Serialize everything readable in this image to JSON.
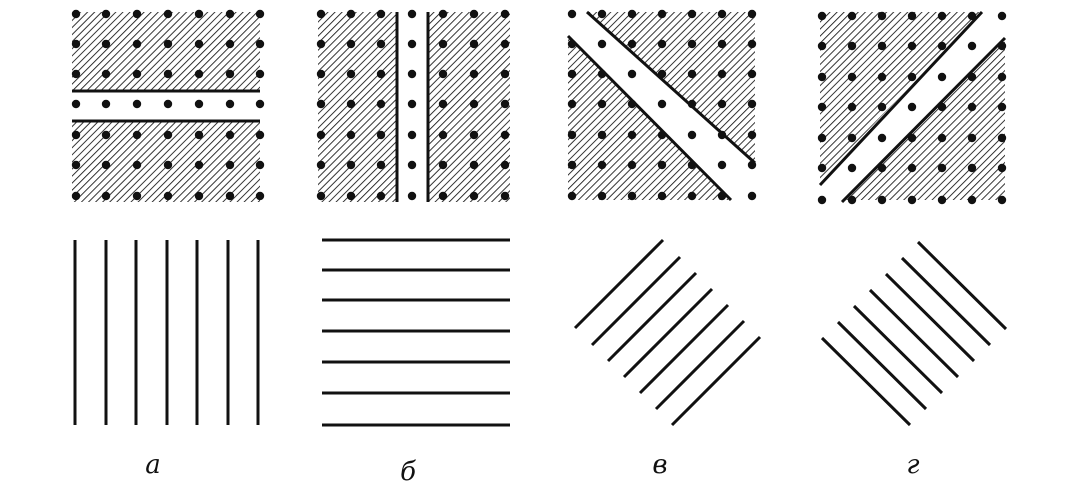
{
  "figure": {
    "panels": [
      {
        "id": "a",
        "label": "а",
        "slip_direction": "horizontal"
      },
      {
        "id": "b",
        "label": "б",
        "slip_direction": "vertical"
      },
      {
        "id": "c",
        "label": "в",
        "slip_direction": "diagonal-down"
      },
      {
        "id": "d",
        "label": "г",
        "slip_direction": "diagonal-up"
      }
    ],
    "colors": {
      "ink": "#111111",
      "background": "#ffffff"
    }
  }
}
